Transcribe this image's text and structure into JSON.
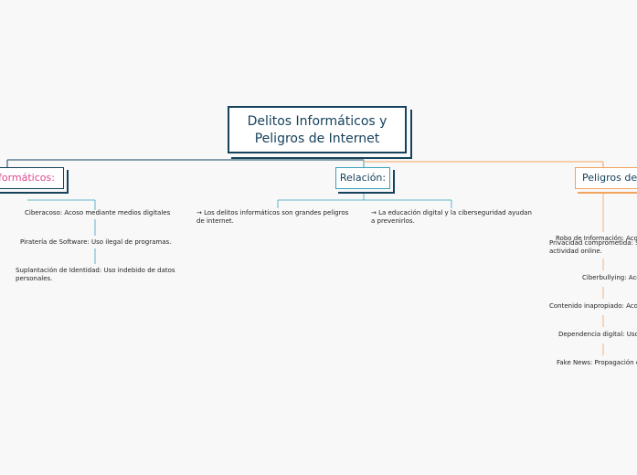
{
  "root": {
    "line1": "Delitos Informáticos y",
    "line2": "Peligros de Internet"
  },
  "left": {
    "title": "nformáticos:",
    "items": [
      "Ciberacoso: Acoso mediante medios digitales",
      "Piratería de Software: Uso ilegal de programas.",
      "Suplantación de Identidad: Uso indebido de datos",
      "personales."
    ]
  },
  "middle": {
    "title": "Relación:",
    "items": [
      "→ Los delitos informáticos son grandes peligros",
      "de internet.",
      "→ La educación digital y la ciberseguridad ayudan",
      "a prevenirlos."
    ]
  },
  "right": {
    "title": "Peligros de I",
    "items": [
      "Robo de Información: Aco",
      "Privacidad comprometida: S",
      "actividad online.",
      "Ciberbullying: Aco",
      "Contenido inapropiado: Aco",
      "Dependencia digital: Uso",
      "Fake News: Propagación d"
    ]
  }
}
